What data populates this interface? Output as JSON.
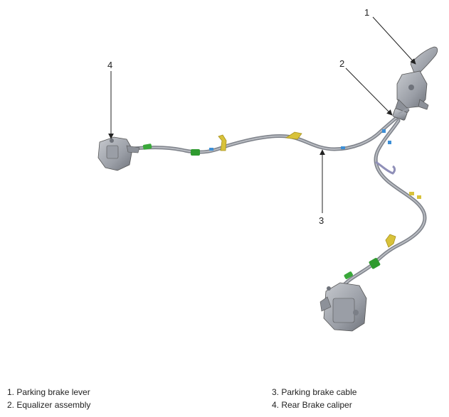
{
  "callouts": [
    {
      "number": "1"
    },
    {
      "number": "2"
    },
    {
      "number": "3"
    },
    {
      "number": "4"
    }
  ],
  "legend": {
    "left": [
      "1. Parking brake lever",
      "2. Equalizer assembly"
    ],
    "right": [
      "3. Parking brake cable",
      "4. Rear Brake caliper"
    ]
  },
  "colors": {
    "cable": "#8c8f96",
    "part": "#a9adb4",
    "grommet": "#3aa83a",
    "bracket": "#d8c23a",
    "connector": "#3d8fd6",
    "leader": "#222222"
  }
}
